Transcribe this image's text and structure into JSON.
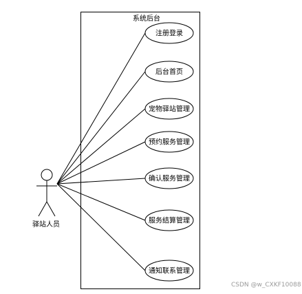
{
  "system": {
    "title": "系统后台"
  },
  "actor": {
    "label": "驿站人员"
  },
  "use_cases": [
    {
      "label": "注册登录"
    },
    {
      "label": "后台首页"
    },
    {
      "label": "宠物驿站管理"
    },
    {
      "label": "预约服务管理"
    },
    {
      "label": "确认服务管理"
    },
    {
      "label": "服务结算管理"
    },
    {
      "label": "通知联系管理"
    }
  ],
  "watermark": "CSDN @w_CXKF10088"
}
